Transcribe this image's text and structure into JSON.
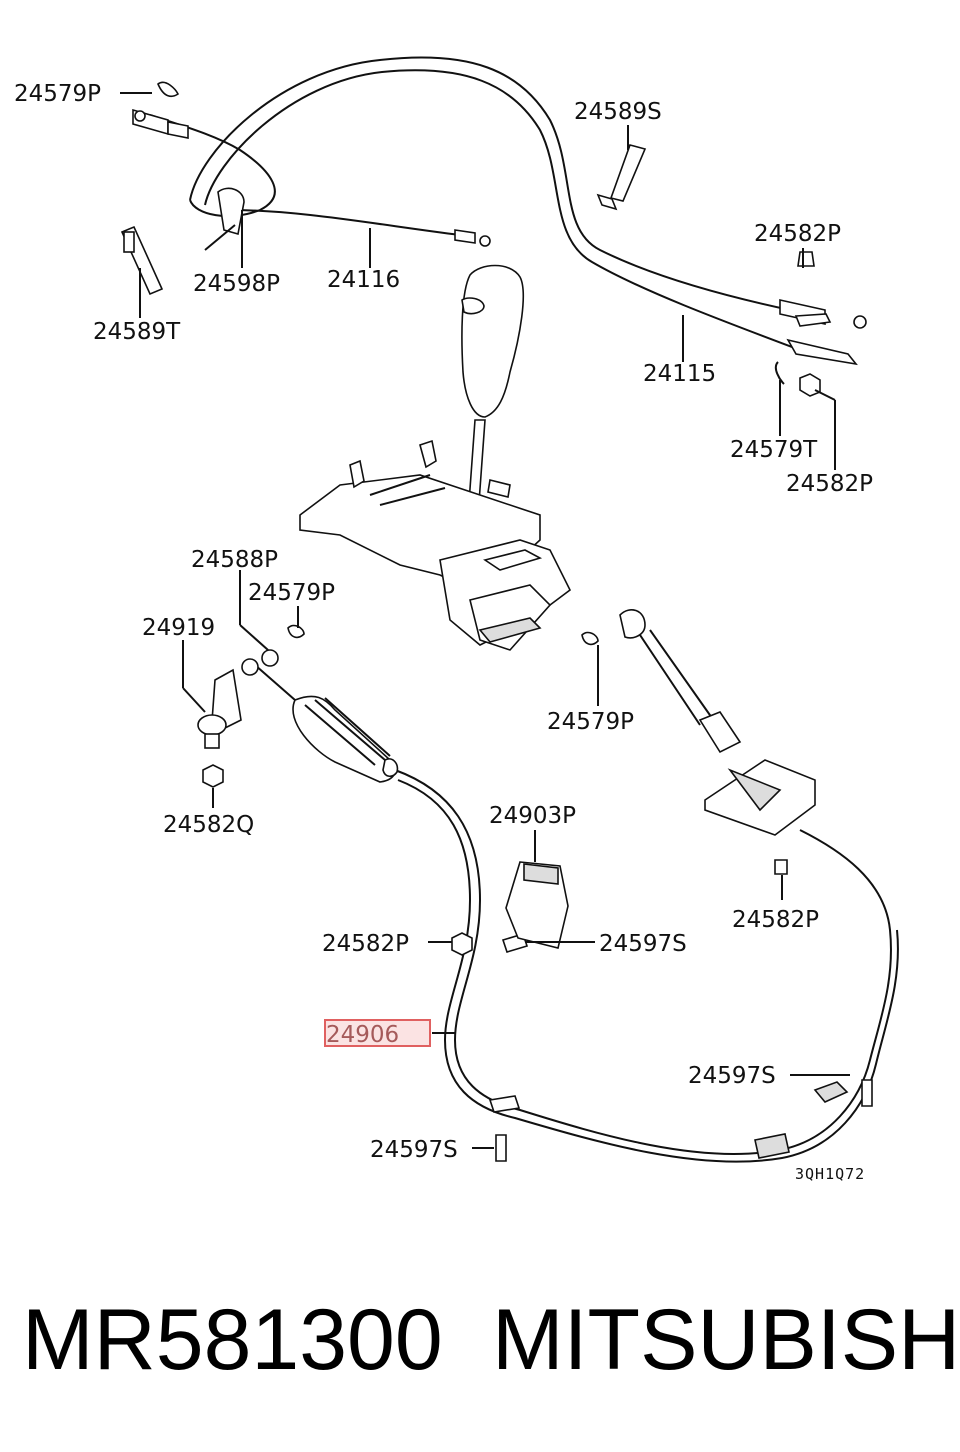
{
  "diagram": {
    "callouts": {
      "c1": "24579P",
      "c2": "24589S",
      "c3": "24582P",
      "c4": "24598P",
      "c5": "24116",
      "c6": "24589T",
      "c7": "24115",
      "c8": "24579T",
      "c9": "24582P",
      "c10": "24588P",
      "c11": "24579P",
      "c12": "24919",
      "c13": "24579P",
      "c14": "24582Q",
      "c15": "24903P",
      "c16": "24582P",
      "c17": "24597S",
      "c18": "24582P",
      "c19": "24906",
      "c20": "24597S",
      "c21": "24597S"
    },
    "highlighted_part": "24906",
    "highlight_color": "#e06060",
    "figure_code": "3QH1Q72"
  },
  "footer": {
    "part_number": "MR581300",
    "brand": "MITSUBISHI"
  }
}
